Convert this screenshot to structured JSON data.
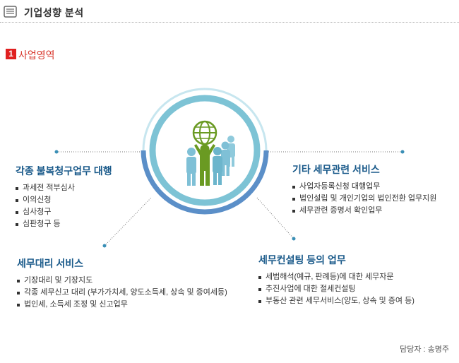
{
  "header": {
    "title": "기업성향 분석",
    "icon": "list-document-icon"
  },
  "section": {
    "number": "1",
    "title": "사업영역"
  },
  "center": {
    "icon": "people-globe-icon"
  },
  "blocks": {
    "top_left": {
      "title": "각종 불복청구업무 대행",
      "items": [
        "과세전 적부심사",
        "이의신청",
        "심사청구",
        "심판청구 등"
      ]
    },
    "top_right": {
      "title": "기타 세무관련 서비스",
      "items": [
        "사업자등록신청 대행업무",
        "법인설립 및 개인기업의 법인전환 업무지원",
        "세무관련 증명서 확인업무"
      ]
    },
    "bottom_left": {
      "title": "세무대리 서비스",
      "items": [
        "기장대리 및 기장지도",
        "각종 세무신고 대리 (부가가치세, 양도소득세, 상속 및 증여세등)",
        "법인세, 소득세 조정 및 신고업무"
      ]
    },
    "bottom_right": {
      "title": "세무컨설팅 등의 업무",
      "items": [
        "세법해석(예규, 판례등)에 대한 세무자문",
        "추진사업에 대한 절세컨설팅",
        "부동산 관련 세무서비스(양도, 상속 및 증여 등)"
      ]
    }
  },
  "footer": {
    "manager": "담당자 : 송명주"
  },
  "colors": {
    "accent_blue": "#1a5a8a",
    "ring_light": "#bfe3ee",
    "ring_dark": "#5b8fc8",
    "section_red": "#e02020",
    "figure_green": "#6a9a22",
    "figure_blue": "#7fc0d6"
  }
}
